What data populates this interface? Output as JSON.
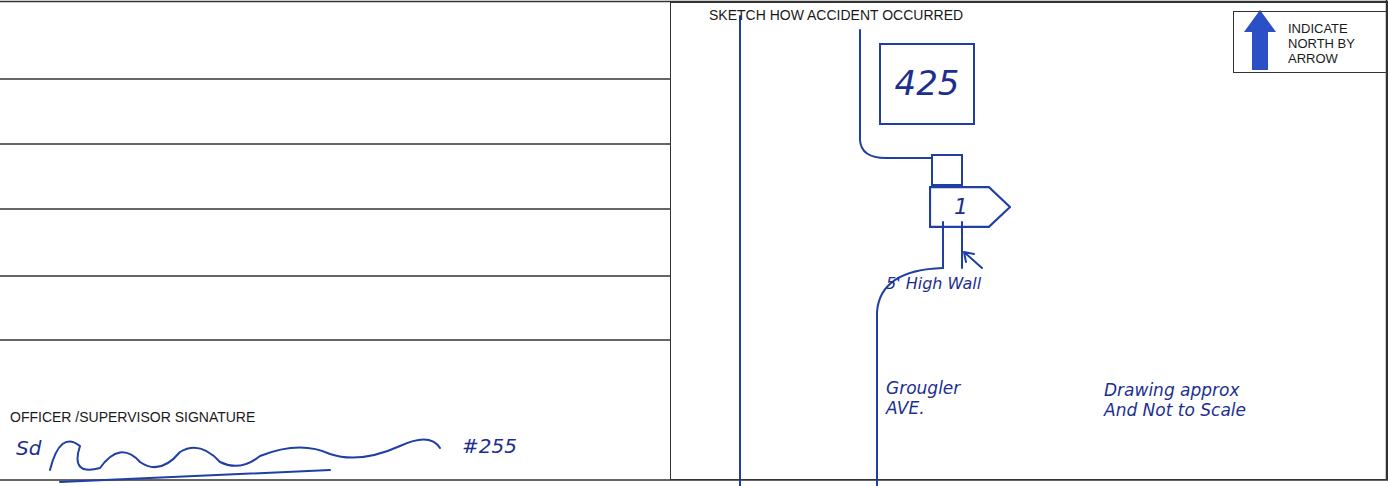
{
  "diagram": {
    "nodes": [
      {
        "text": [
          "SKETCH HOW ACCIDENT OCCURRED"
        ]
      },
      {
        "text": [
          "INDICATE NORTH BY ARROW"
        ],
        "in": 0
      },
      {
        "text": [
          "425"
        ],
        "in": 0
      },
      {
        "text": [
          "1"
        ],
        "in": 0
      },
      {
        "text": [
          "OFFICER /SUPERVISOR SIGNATURE",
          "Sd",
          "#255"
        ]
      }
    ],
    "labels": [
      "5' High Wall",
      "Grougler AVE.",
      "Drawing approx And Not to Scale"
    ]
  }
}
